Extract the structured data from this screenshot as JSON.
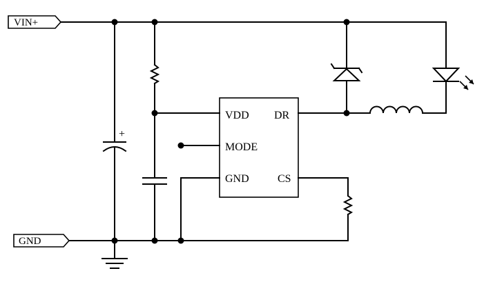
{
  "ports": {
    "vin": "VIN+",
    "gnd": "GND"
  },
  "ic": {
    "pins": {
      "vdd": "VDD",
      "dr": "DR",
      "mode": "MODE",
      "gnd": "GND",
      "cs": "CS"
    }
  },
  "capacitor": {
    "polarity_mark": "+"
  }
}
